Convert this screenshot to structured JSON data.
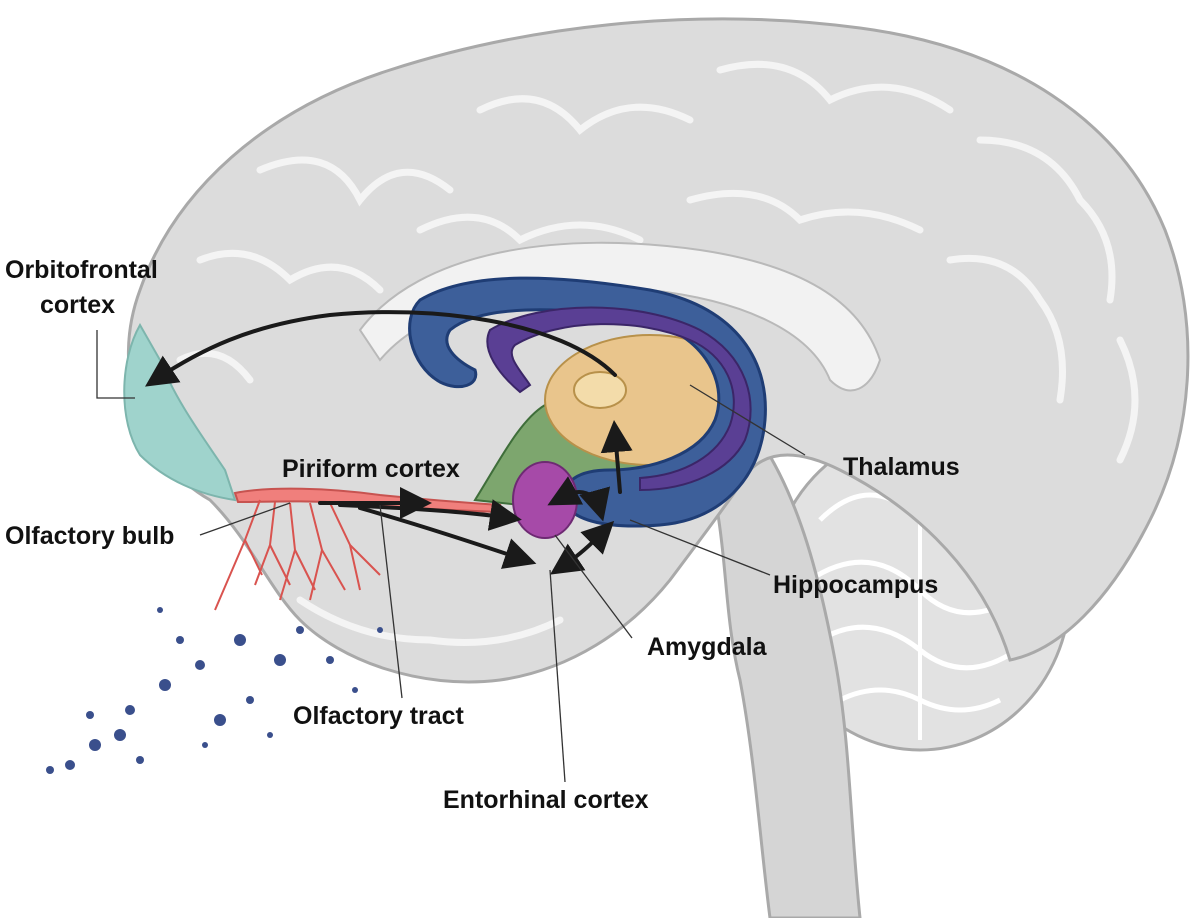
{
  "labels": {
    "orbitofrontal_line1": "Orbitofrontal",
    "orbitofrontal_line2": "cortex",
    "piriform": "Piriform cortex",
    "olfactory_bulb": "Olfactory bulb",
    "thalamus": "Thalamus",
    "hippocampus": "Hippocampus",
    "amygdala": "Amygdala",
    "olfactory_tract": "Olfactory tract",
    "entorhinal": "Entorhinal cortex"
  },
  "colors": {
    "brain": "#dcdcdc",
    "brain_outline": "#a9a9a9",
    "orbitofrontal": "#9fd3cc",
    "thalamus": "#e9c58c",
    "hippocampus": "#3d5f9a",
    "fornix": "#5a3f94",
    "amygdala": "#a64aa8",
    "piriform_region": "#7da66e",
    "olfactory_bulb": "#f07f7c",
    "odor_particles": "#3a4f8c"
  }
}
